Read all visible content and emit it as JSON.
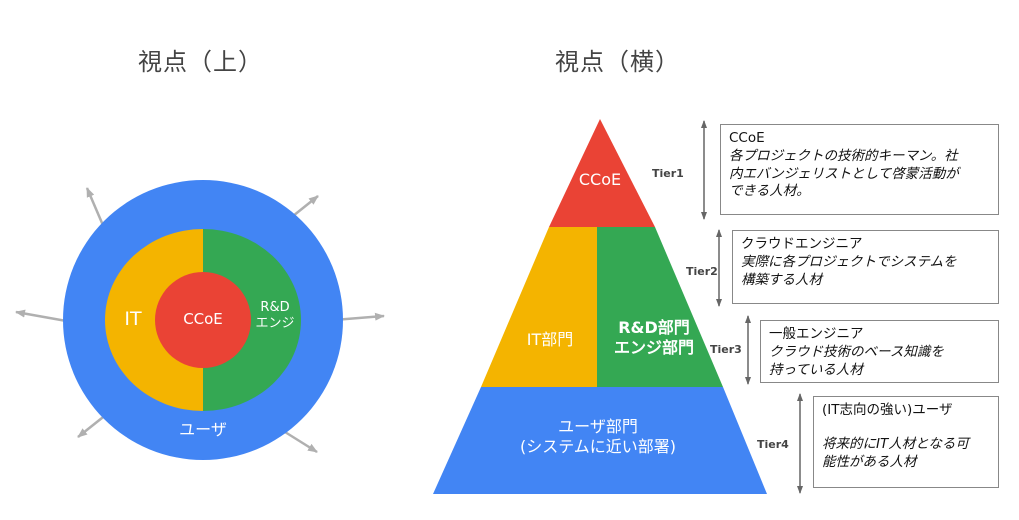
{
  "top_view": {
    "title": "視点（上）",
    "center_label": "CCoE",
    "left_label": "IT",
    "right_label_lines": [
      "R&D",
      "エンジ"
    ],
    "outer_label": "ユーザ"
  },
  "side_view": {
    "title": "視点（横）",
    "top_label": "CCoE",
    "middle_left_label": "IT部門",
    "middle_right_label_lines": [
      "R&D部門",
      "エンジ部門"
    ],
    "bottom_label_lines": [
      "ユーザ部門",
      "(システムに近い部署)"
    ]
  },
  "tiers": [
    {
      "label": "Tier1",
      "title": "CCoE",
      "desc_lines": [
        "各プロジェクトの技術的キーマン。社",
        "内エバンジェリストとして啓蒙活動が",
        "できる人材。"
      ]
    },
    {
      "label": "Tier2",
      "title": "クラウドエンジニア",
      "desc_lines": [
        "実際に各プロジェクトでシステムを",
        "構築する人材"
      ]
    },
    {
      "label": "Tier3",
      "title": "一般エンジニア",
      "desc_lines": [
        "クラウド技術のベース知識を",
        "持っている人材"
      ]
    },
    {
      "label": "Tier4",
      "title": "(IT志向の強い)ユーザ",
      "desc_lines": [
        "将来的にIT人材となる可",
        "能性がある人材"
      ]
    }
  ],
  "colors": {
    "red": "#EA4335",
    "yellow": "#F4B400",
    "green": "#34A853",
    "blue": "#4285F4",
    "arrow_gray": "#B0B0B0",
    "bracket_gray": "#666666"
  }
}
